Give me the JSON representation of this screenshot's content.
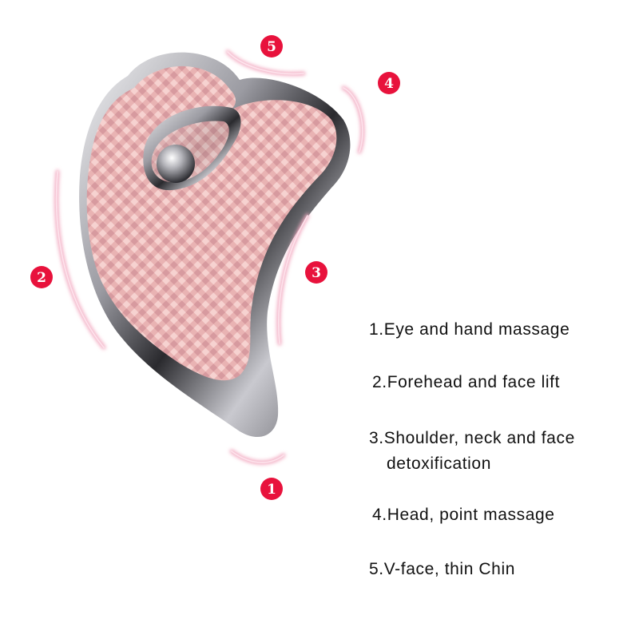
{
  "colors": {
    "background": "#ffffff",
    "pad_pink": "#e9b3b3",
    "pad_pink_shadow": "#c98e92",
    "chrome_light": "#f4f4f6",
    "chrome_dark": "#2a2a2e",
    "marker_red": "#e8123c",
    "glow_pink": "#f2a9c0",
    "text": "#111111"
  },
  "markers": [
    {
      "label": "1"
    },
    {
      "label": "2"
    },
    {
      "label": "3"
    },
    {
      "label": "4"
    },
    {
      "label": "5"
    }
  ],
  "features": [
    {
      "line1": "1.Eye and hand massage"
    },
    {
      "line1": "2.Forehead and face lift"
    },
    {
      "line1": "3.Shoulder, neck and face",
      "line2": "detoxification"
    },
    {
      "line1": "4.Head, point massage"
    },
    {
      "line1": "5.V-face, thin Chin"
    }
  ]
}
